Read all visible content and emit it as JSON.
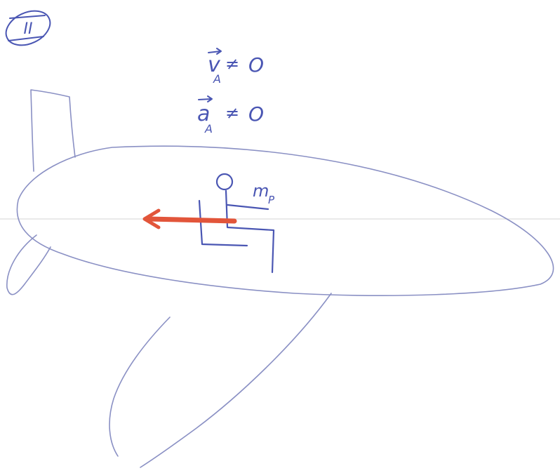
{
  "colors": {
    "ink": "#4a56b3",
    "pencil": "#8a90c4",
    "arrow": "#e2553a",
    "guide": "#d6d6d6"
  },
  "labels": {
    "section": "II",
    "velocity_symbol": "v",
    "acceleration_symbol": "a",
    "subscript": "A",
    "not_equal": "≠",
    "zero": "O",
    "mass_label": "m",
    "mass_subscript": "P"
  }
}
